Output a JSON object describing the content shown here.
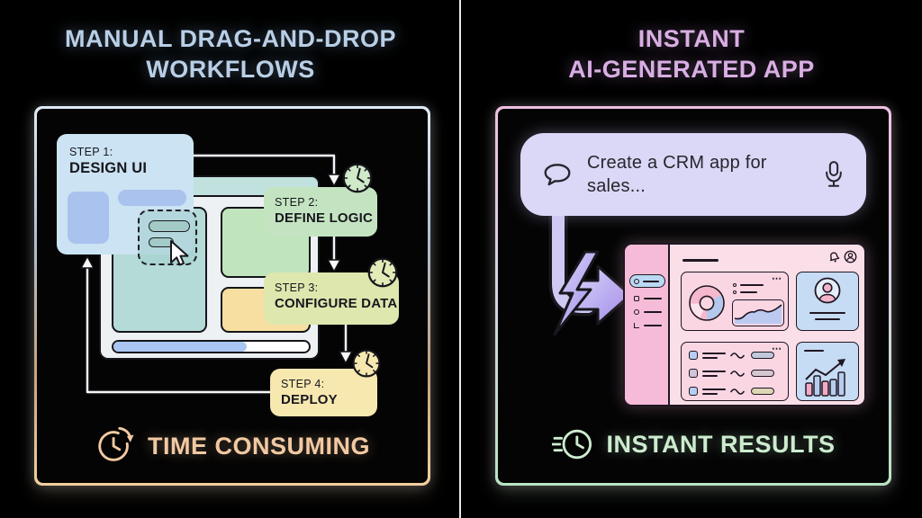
{
  "left": {
    "title_line1": "MANUAL DRAG-AND-DROP",
    "title_line2": "WORKFLOWS",
    "steps": [
      {
        "label": "STEP 1:",
        "name": "DESIGN UI"
      },
      {
        "label": "STEP 2:",
        "name": "DEFINE LOGIC"
      },
      {
        "label": "STEP 3:",
        "name": "CONFIGURE DATA"
      },
      {
        "label": "STEP 4:",
        "name": "DEPLOY"
      }
    ],
    "badge": "TIME CONSUMING",
    "colors": {
      "title": "#b9cfe6",
      "badge": "#f2c9a2",
      "step1_bg": "#cbe3f2",
      "step2_bg": "#c4e4c1",
      "step3_bg": "#dde7ae",
      "step4_bg": "#f7e8b0",
      "border_top": "#d6e6f6",
      "border_bottom": "#f3cf9f"
    }
  },
  "right": {
    "title_line1": "INSTANT",
    "title_line2": "AI-GENERATED APP",
    "prompt": {
      "line1": "Create a CRM app for",
      "line2": "sales..."
    },
    "badge": "INSTANT RESULTS",
    "colors": {
      "title": "#d9aee3",
      "badge": "#cdeccf",
      "bubble_bg": "#dbd7f6",
      "lightning": "#b4a2ee",
      "border_top": "#efc0e2",
      "border_bottom": "#b9e4c2",
      "app_sidebar_bg": "#f6bcd7",
      "app_main_bg": "#fbdfe8",
      "card_pink": "#fad6e3",
      "card_blue": "#c6dcf4"
    }
  },
  "icons": {
    "more_options_glyph": "⋯"
  }
}
